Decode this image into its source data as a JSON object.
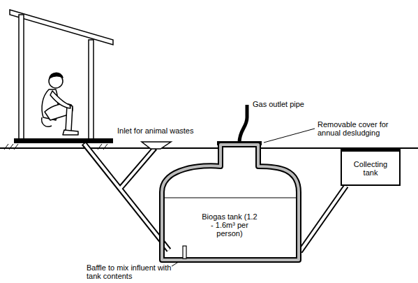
{
  "diagram": {
    "nodes": [
      {
        "text": [
          "Biogas tank (1.2 - 1.6m³ per person)"
        ]
      },
      {
        "text": [
          "Collecting tank"
        ]
      }
    ],
    "edges": [
      {
        "from": 0,
        "to": 1,
        "arrow": "none"
      }
    ],
    "labels": [
      "Gas outlet pipe",
      "Removable cover for annual desludging",
      "Inlet for animal wastes",
      "Baffle to mix influent with tank contents"
    ]
  }
}
